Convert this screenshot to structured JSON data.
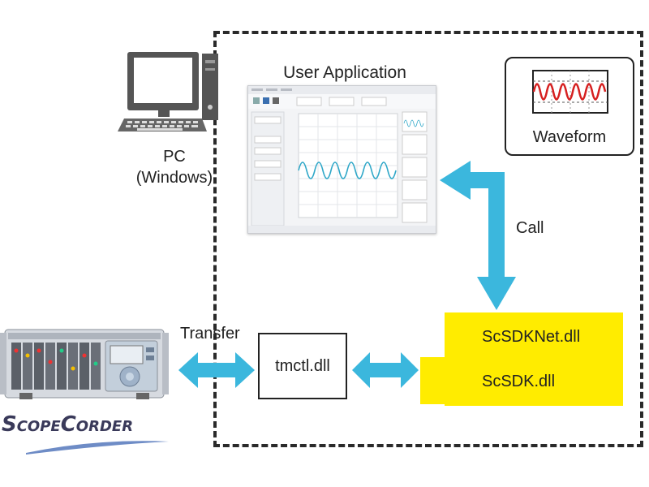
{
  "pc": {
    "label_line1": "PC",
    "label_line2": "(Windows)"
  },
  "user_app": {
    "title": "User Application"
  },
  "waveform": {
    "label": "Waveform"
  },
  "arrows": {
    "call_label": "Call",
    "transfer_label": "Transfer"
  },
  "tmctl": {
    "label": "tmctl.dll"
  },
  "sdk": {
    "net_label": "ScSDKNet.dll",
    "native_label": "ScSDK.dll"
  },
  "logo": {
    "text": "ScopeCorder"
  },
  "colors": {
    "arrow": "#3bb7dd",
    "sdk_fill": "#ffec00",
    "wave_red": "#d62020",
    "app_wave": "#2ea7c8"
  }
}
